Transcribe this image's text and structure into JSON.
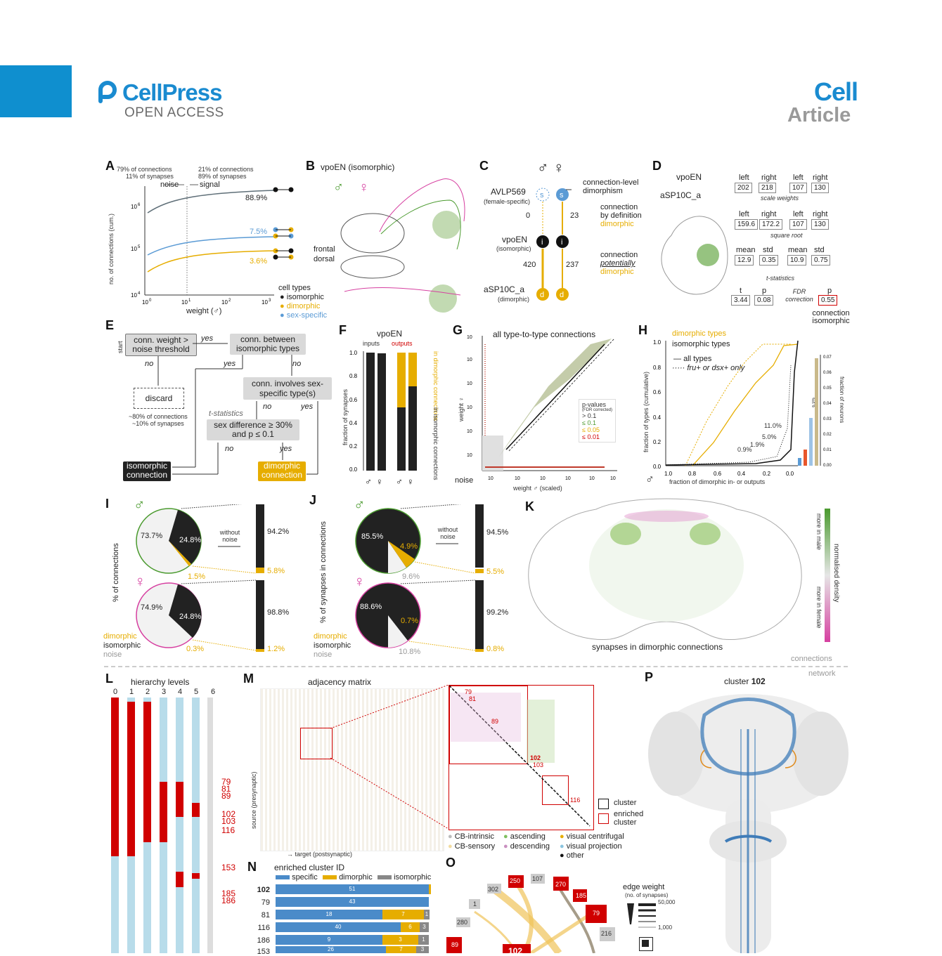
{
  "header": {
    "brand": "CellPress",
    "brand_sub": "OPEN ACCESS",
    "journal": "Cell",
    "article_type": "Article",
    "accent": "#0f8fcf"
  },
  "panels": {
    "A": {
      "label": "A",
      "left_note1": "79% of connections",
      "left_note2": "11% of synapses",
      "right_note1": "21% of connections",
      "right_note2": "89% of synapses",
      "noise": "noise",
      "signal": "signal",
      "ylabel": "no. of connections (cum.)",
      "xlabel": "weight (♂)",
      "pct_iso": "88.9%",
      "pct_sex": "7.5%",
      "pct_dim": "3.6%",
      "legend_title": "cell types",
      "legend": [
        "isomorphic",
        "dimorphic",
        "sex-specific"
      ]
    },
    "B": {
      "label": "B",
      "title": "vpoEN (isomorphic)",
      "frontal": "frontal",
      "dorsal": "dorsal"
    },
    "C": {
      "label": "C",
      "avlp": "AVLP569",
      "avlp_sub": "(female-specific)",
      "vpoen": "vpoEN",
      "vpoen_sub": "(isomorphic)",
      "asp": "aSP10C_a",
      "asp_sub": "(dimorphic)",
      "n0": "0",
      "n23": "23",
      "n420": "420",
      "n237": "237",
      "conn_dimorph": "connection-level dimorphism",
      "by_def1": "connection",
      "by_def2": "by definition",
      "by_def3": "dimorphic",
      "pot1": "connection",
      "pot2": "potentially",
      "pot3": "dimorphic",
      "s": "s",
      "i": "i",
      "d": "d"
    },
    "D": {
      "label": "D",
      "vpoen": "vpoEN",
      "asp": "aSP10C_a",
      "left": "left",
      "right": "right",
      "row1": [
        "202",
        "218",
        "107",
        "130"
      ],
      "scale": "scale weights",
      "row2": [
        "159.6",
        "172.2",
        "107",
        "130"
      ],
      "sqrt": "square root",
      "mean": "mean",
      "std": "std",
      "row3": [
        "12.9",
        "0.35",
        "10.9",
        "0.75"
      ],
      "tstat": "t-statistics",
      "t": "t",
      "p": "p",
      "row4": [
        "3.44",
        "0.08",
        "0.55"
      ],
      "fdr": "FDR correction",
      "iso_conn": "connection isomorphic"
    },
    "E": {
      "label": "E",
      "start": "start",
      "box1": "conn. weight > noise threshold",
      "yes": "yes",
      "no": "no",
      "box2": "conn. between isomorphic types",
      "discard": "discard",
      "discard_note1": "~80% of connections",
      "discard_note2": "~10% of synapses",
      "box3": "conn. involves sex-specific type(s)",
      "tstat": "t-statistics",
      "box4a": "sex difference ≥ 30%",
      "box4b": "and p ≤ 0.1",
      "iso1": "isomorphic",
      "iso2": "connection",
      "dim1": "dimorphic",
      "dim2": "connection"
    },
    "F": {
      "label": "F",
      "title": "vpoEN",
      "inputs": "inputs",
      "outputs": "outputs",
      "ylabel": "fraction of synapses",
      "in_dim": "in dimorphic connections",
      "in_iso": "in isomorphic connections"
    },
    "G": {
      "label": "G",
      "title": "all type-to-type connections",
      "ylabel": "weight ♀",
      "xlabel": "weight ♂ (scaled)",
      "noise": "noise",
      "pv_title": "p-values",
      "pv_sub": "(FDR corrected)",
      "pv": [
        "> 0.1",
        "≤ 0.1",
        "≤ 0.05",
        "≤ 0.01"
      ]
    },
    "H": {
      "label": "H",
      "dim_types": "dimorphic types",
      "iso_types": "isomorphic types",
      "all_types": "all types",
      "fru": "fru+ or dsx+ only",
      "ylabel": "fraction of types (cumulative)",
      "xlabel": "fraction of dimorphic in- or outputs",
      "right_label": "fraction of neurons",
      "p1": "11.0%",
      "p2": "5.0%",
      "p3": "1.9%",
      "p4": "0.9%",
      "bars": [
        "0.6%",
        "1.1%",
        "3.1%",
        "6.9%"
      ]
    },
    "I": {
      "label": "I",
      "ylabel": "% of connections",
      "male": {
        "iso": "73.7%",
        "dim_big": "24.8%",
        "small": "1.5%",
        "w_iso": "94.2%",
        "w_dim": "5.8%"
      },
      "female": {
        "iso": "74.9%",
        "dim_big": "24.8%",
        "small": "0.3%",
        "w_iso": "98.8%",
        "w_dim": "1.2%"
      },
      "without": "without noise",
      "leg": [
        "dimorphic",
        "isomorphic",
        "noise"
      ]
    },
    "J": {
      "label": "J",
      "ylabel": "% of synapses in connections",
      "male": {
        "iso": "85.5%",
        "dim": "4.9%",
        "noise": "9.6%",
        "w_iso": "94.5%",
        "w_dim": "5.5%"
      },
      "female": {
        "iso": "88.6%",
        "dim": "0.7%",
        "noise": "10.8%",
        "w_iso": "99.2%",
        "w_dim": "0.8%"
      },
      "without": "without noise",
      "leg": [
        "dimorphic",
        "isomorphic",
        "noise"
      ]
    },
    "K": {
      "label": "K",
      "caption": "synapses in dimorphic connections",
      "more_male": "more in male",
      "more_female": "more in female",
      "norm": "normalised density"
    },
    "div": {
      "connections": "connections",
      "network": "network"
    },
    "L": {
      "label": "L",
      "title": "hierarchy levels",
      "levels": [
        "0",
        "1",
        "2",
        "3",
        "4",
        "5",
        "6"
      ],
      "clusters": [
        "79",
        "81",
        "89",
        "102",
        "103",
        "116",
        "153",
        "185",
        "186"
      ]
    },
    "M": {
      "label": "M",
      "title": "adjacency matrix",
      "ylabel": "source (presynaptic)",
      "xlabel": "target (postsynaptic)",
      "ids": [
        "79",
        "81",
        "89",
        "102",
        "103",
        "116"
      ],
      "cluster": "cluster",
      "enriched": "enriched cluster",
      "legend": [
        "CB-intrinsic",
        "ascending",
        "visual centrifugal",
        "CB-sensory",
        "descending",
        "visual projection",
        "other"
      ]
    },
    "N": {
      "label": "N",
      "title": "enriched cluster ID",
      "legend": [
        "specific",
        "dimorphic",
        "isomorphic"
      ],
      "rows": [
        {
          "id": "102",
          "s": "51",
          "d": "",
          "i": ""
        },
        {
          "id": "79",
          "s": "43",
          "d": "",
          "i": ""
        },
        {
          "id": "81",
          "s": "18",
          "d": "7",
          "i": "1"
        },
        {
          "id": "116",
          "s": "40",
          "d": "6",
          "i": "3"
        },
        {
          "id": "186",
          "s": "9",
          "d": "3",
          "i": "1"
        },
        {
          "id": "153",
          "s": "26",
          "d": "7",
          "i": "3"
        }
      ]
    },
    "O": {
      "label": "O",
      "nodes": [
        "302",
        "250",
        "107",
        "270",
        "1",
        "185",
        "79",
        "280",
        "216",
        "89",
        "102"
      ],
      "edge_title": "edge weight",
      "edge_sub": "(no. of synapses)",
      "e1": "50,000",
      "e2": "1,000"
    },
    "P": {
      "label": "P",
      "title": "cluster",
      "title_id": "102"
    }
  },
  "colors": {
    "isomorphic": "#222222",
    "dimorphic": "#e6ad00",
    "sex_specific": "#5b9bd5",
    "male": "#4a9a2e",
    "female": "#d63fa0",
    "cluster_red": "#d00000",
    "noise": "#9a9a9a"
  }
}
